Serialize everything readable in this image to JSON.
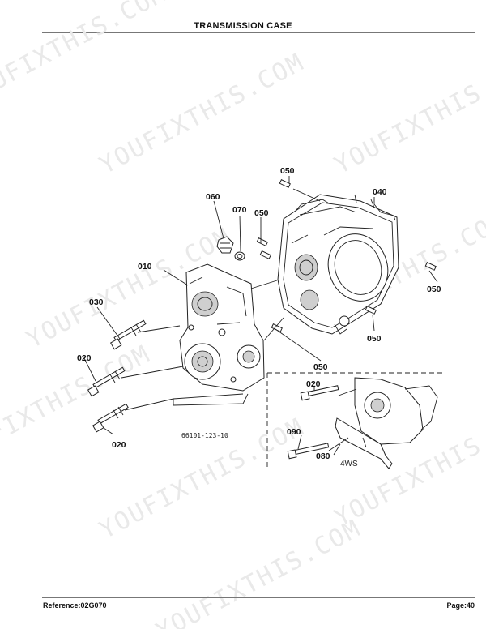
{
  "header": {
    "title": "TRANSMISSION CASE"
  },
  "footer": {
    "reference": "Reference:02G070",
    "page": "Page:40"
  },
  "watermark": {
    "text": "YOUFIXTHIS.COM"
  },
  "diagram": {
    "drawing_code": "66101-123-10",
    "variant_label": "4WS",
    "callouts": {
      "c050_top": "050",
      "c040": "040",
      "c060": "060",
      "c070": "070",
      "c050_mid": "050",
      "c010": "010",
      "c050_right": "050",
      "c030": "030",
      "c050_lower": "050",
      "c050_bottom": "050",
      "c020_left": "020",
      "c020_bottom": "020",
      "c020_inset": "020",
      "c090": "090",
      "c080": "080"
    }
  }
}
